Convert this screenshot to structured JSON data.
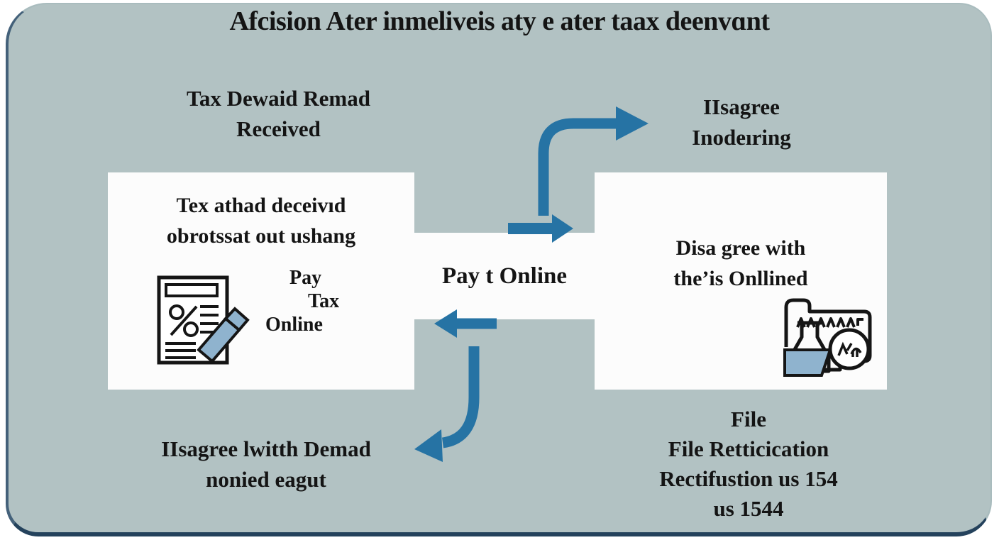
{
  "title": "Afcision Ater inmeliveis aty e ater taax deenvɑnt",
  "colors": {
    "background": "#b2c2c3",
    "node_fill": "#fcfcfc",
    "arrow": "#2673a4",
    "icon_accent": "#8fb3ce",
    "icon_stroke": "#151515",
    "text": "#141414"
  },
  "nodes": {
    "top_left_label": {
      "line1": "Tax Dewaid Remad",
      "line2": "Received"
    },
    "top_right_label": {
      "line1": "IIsagree",
      "line2": "Inodeıring"
    },
    "left_box": {
      "line1": "Tex athad deceivıd",
      "line2": "obrotssat out ushang",
      "icon": "tax-document-pen-icon",
      "caption": {
        "line1": "Pay",
        "line2": "Tax",
        "line3": "Online"
      }
    },
    "bridge_label": "Pay t Online",
    "right_box": {
      "line1": "Disa gree with",
      "line2": "the’is Onllined",
      "icon": "folder-flask-stamp-icon"
    },
    "bottom_left_label": {
      "line1": "IIsagree lwitth Demad",
      "line2": "nonied eagut"
    },
    "bottom_right_label": {
      "lines": [
        "File",
        "File Retticication",
        "Rectifustion us 154",
        "us 1544"
      ]
    }
  },
  "arrows": {
    "to_top_right": "arrow-up-right-to-disagree",
    "to_right_box": "arrow-right-between-boxes",
    "to_left_box": "arrow-left-between-boxes",
    "to_bottom_left": "arrow-down-left-to-demand"
  }
}
